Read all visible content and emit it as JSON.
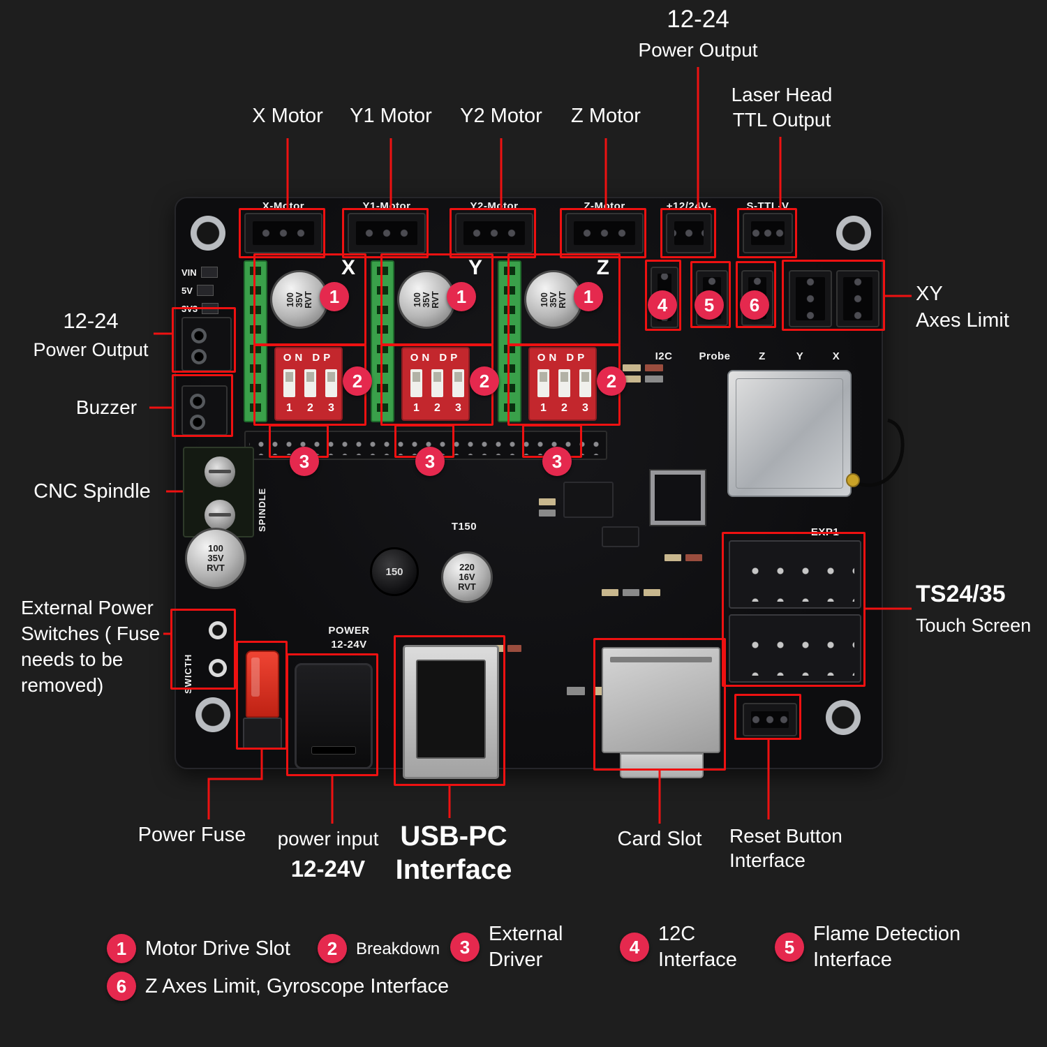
{
  "colors": {
    "background": "#1e1e1e",
    "annotation_red": "#ee1111",
    "marker_red": "#e5294e",
    "pcb_black": "#0d0d0f",
    "terminal_green": "#3aa04a",
    "dip_red": "#c3272d"
  },
  "callouts": {
    "top_power_output": [
      "12-24",
      "Power Output"
    ],
    "laser_head": [
      "Laser Head",
      "TTL Output"
    ],
    "x_motor": "X Motor",
    "y1_motor": "Y1 Motor",
    "y2_motor": "Y2 Motor",
    "z_motor": "Z Motor",
    "xy_axes_limit": [
      "XY",
      "Axes Limit"
    ],
    "touch_screen": [
      "TS24/35",
      "Touch Screen"
    ],
    "left_power_output": [
      "12-24",
      "Power Output"
    ],
    "buzzer": "Buzzer",
    "cnc_spindle": "CNC Spindle",
    "external_power": [
      "External Power",
      "Switches ( Fuse",
      "needs to be",
      "removed)"
    ],
    "power_fuse": "Power Fuse",
    "power_input": [
      "power input",
      "12-24V"
    ],
    "usb_pc": [
      "USB-PC",
      "Interface"
    ],
    "card_slot": "Card Slot",
    "reset_button": [
      "Reset Button",
      "Interface"
    ]
  },
  "board": {
    "top_connectors": [
      "X-Motor",
      "Y1-Motor",
      "Y2-Motor",
      "Z-Motor",
      "+12/24V-",
      "S-TTL-V"
    ],
    "axis_letters": [
      "X",
      "Y",
      "Z"
    ],
    "driver_cap": [
      "100",
      "35V",
      "RVT"
    ],
    "big_cap": [
      "100",
      "35V",
      "RVT"
    ],
    "cap_220": [
      "220",
      "16V",
      "RVT"
    ],
    "inductor": "150",
    "t150": "T150",
    "dip_on": "ON DP",
    "dip_nums": [
      "1",
      "2",
      "3"
    ],
    "rails": [
      "VIN",
      "5V",
      "3V3"
    ],
    "ports": [
      "I2C",
      "Probe",
      "Z",
      "Y",
      "X"
    ],
    "spindle": "SPINDLE",
    "switch": "SWICTH",
    "power_silk": [
      "POWER",
      "12-24V"
    ],
    "exp1": "EXP1"
  },
  "markers": {
    "m1": "1",
    "m2": "2",
    "m3": "3",
    "m4": "4",
    "m5": "5",
    "m6": "6"
  },
  "legend": [
    {
      "num": "1",
      "lines": [
        "Motor Drive Slot"
      ]
    },
    {
      "num": "2",
      "lines": [
        "Breakdown"
      ]
    },
    {
      "num": "3",
      "lines": [
        "External",
        "Driver"
      ]
    },
    {
      "num": "4",
      "lines": [
        "12C",
        "Interface"
      ]
    },
    {
      "num": "5",
      "lines": [
        "Flame Detection",
        "Interface"
      ]
    },
    {
      "num": "6",
      "lines": [
        "Z Axes Limit, Gyroscope Interface"
      ]
    }
  ]
}
